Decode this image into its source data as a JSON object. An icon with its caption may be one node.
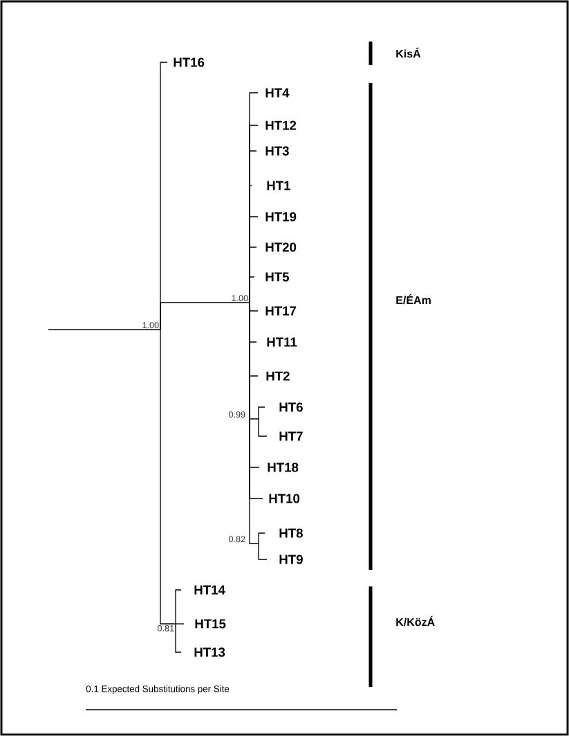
{
  "diagram": {
    "nodes": [
      {
        "text": [
          "1.00"
        ]
      },
      {
        "text": [
          "HT16"
        ]
      },
      {
        "text": [
          "1.00"
        ]
      },
      {
        "text": [
          "HT4"
        ]
      },
      {
        "text": [
          "HT12"
        ]
      },
      {
        "text": [
          "HT3"
        ]
      },
      {
        "text": [
          "HT1"
        ]
      },
      {
        "text": [
          "HT19"
        ]
      },
      {
        "text": [
          "HT20"
        ]
      },
      {
        "text": [
          "HT5"
        ]
      },
      {
        "text": [
          "HT17"
        ]
      },
      {
        "text": [
          "HT11"
        ]
      },
      {
        "text": [
          "HT2"
        ]
      },
      {
        "text": [
          "0.99"
        ]
      },
      {
        "text": [
          "HT6"
        ]
      },
      {
        "text": [
          "HT7"
        ]
      },
      {
        "text": [
          "HT18"
        ]
      },
      {
        "text": [
          "HT10"
        ]
      },
      {
        "text": [
          "0.82"
        ]
      },
      {
        "text": [
          "HT8"
        ]
      },
      {
        "text": [
          "HT9"
        ]
      },
      {
        "text": [
          "0.81"
        ]
      },
      {
        "text": [
          "HT14"
        ]
      },
      {
        "text": [
          "HT15"
        ]
      },
      {
        "text": [
          "HT13"
        ]
      }
    ],
    "edges": [
      {
        "from": null,
        "to": 0,
        "arrow": "none"
      },
      {
        "from": 0,
        "to": 1,
        "arrow": "none"
      },
      {
        "from": 0,
        "to": 2,
        "arrow": "none"
      },
      {
        "from": 0,
        "to": 21,
        "arrow": "none"
      },
      {
        "from": 2,
        "to": 3,
        "arrow": "none"
      },
      {
        "from": 2,
        "to": 4,
        "arrow": "none"
      },
      {
        "from": 2,
        "to": 5,
        "arrow": "none"
      },
      {
        "from": 2,
        "to": 6,
        "arrow": "none"
      },
      {
        "from": 2,
        "to": 7,
        "arrow": "none"
      },
      {
        "from": 2,
        "to": 8,
        "arrow": "none"
      },
      {
        "from": 2,
        "to": 9,
        "arrow": "none"
      },
      {
        "from": 2,
        "to": 10,
        "arrow": "none"
      },
      {
        "from": 2,
        "to": 11,
        "arrow": "none"
      },
      {
        "from": 2,
        "to": 12,
        "arrow": "none"
      },
      {
        "from": 2,
        "to": 13,
        "arrow": "none"
      },
      {
        "from": 13,
        "to": 14,
        "arrow": "none"
      },
      {
        "from": 13,
        "to": 15,
        "arrow": "none"
      },
      {
        "from": 2,
        "to": 16,
        "arrow": "none"
      },
      {
        "from": 2,
        "to": 17,
        "arrow": "none"
      },
      {
        "from": 2,
        "to": 18,
        "arrow": "none"
      },
      {
        "from": 18,
        "to": 19,
        "arrow": "none"
      },
      {
        "from": 18,
        "to": 20,
        "arrow": "none"
      },
      {
        "from": 21,
        "to": 22,
        "arrow": "none"
      },
      {
        "from": 21,
        "to": 23,
        "arrow": "none"
      },
      {
        "from": 21,
        "to": 24,
        "arrow": "none"
      }
    ],
    "labels": [
      "KisÁ",
      "E/ÉAm",
      "K/KözÁ",
      "0.1 Expected Substitutions per Site"
    ]
  }
}
